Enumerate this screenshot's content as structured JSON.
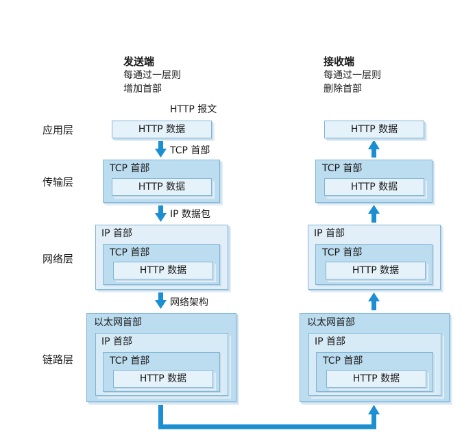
{
  "sender": {
    "title": "发送端",
    "line1": "每通过一层则",
    "line2": "增加首部"
  },
  "receiver": {
    "title": "接收端",
    "line1": "每通过一层则",
    "line2": "删除首部"
  },
  "http_message_label": "HTTP 报文",
  "layers": {
    "app": "应用层",
    "transport": "传输层",
    "network": "网络层",
    "link": "链路层"
  },
  "arrow_labels": {
    "tcp": "TCP 首部",
    "ip": "IP 数据包",
    "net": "网络架构"
  },
  "units": {
    "http": "HTTP 数据",
    "tcp": "TCP 首部",
    "ip": "IP 首部",
    "eth": "以太网首部"
  },
  "colors": {
    "arrow": "#1b8fd2",
    "outer": "#e2eff8",
    "mid": "#bcdcef",
    "inner": "#8fc8e8",
    "border": "#7fb4d6"
  }
}
